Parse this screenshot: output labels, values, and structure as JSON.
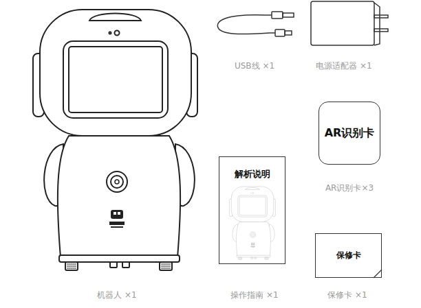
{
  "diagram": {
    "nodes": [
      {
        "text": [
          "AR识别卡"
        ]
      },
      {
        "text": [
          "解析说明"
        ]
      },
      {
        "text": [
          "保修卡"
        ]
      }
    ],
    "labels": [
      "USB线 ×1",
      "电源适配器 ×1",
      "AR识别卡×3",
      "机器人 ×1",
      "操作指南 ×1",
      "保修卡 ×1"
    ]
  }
}
